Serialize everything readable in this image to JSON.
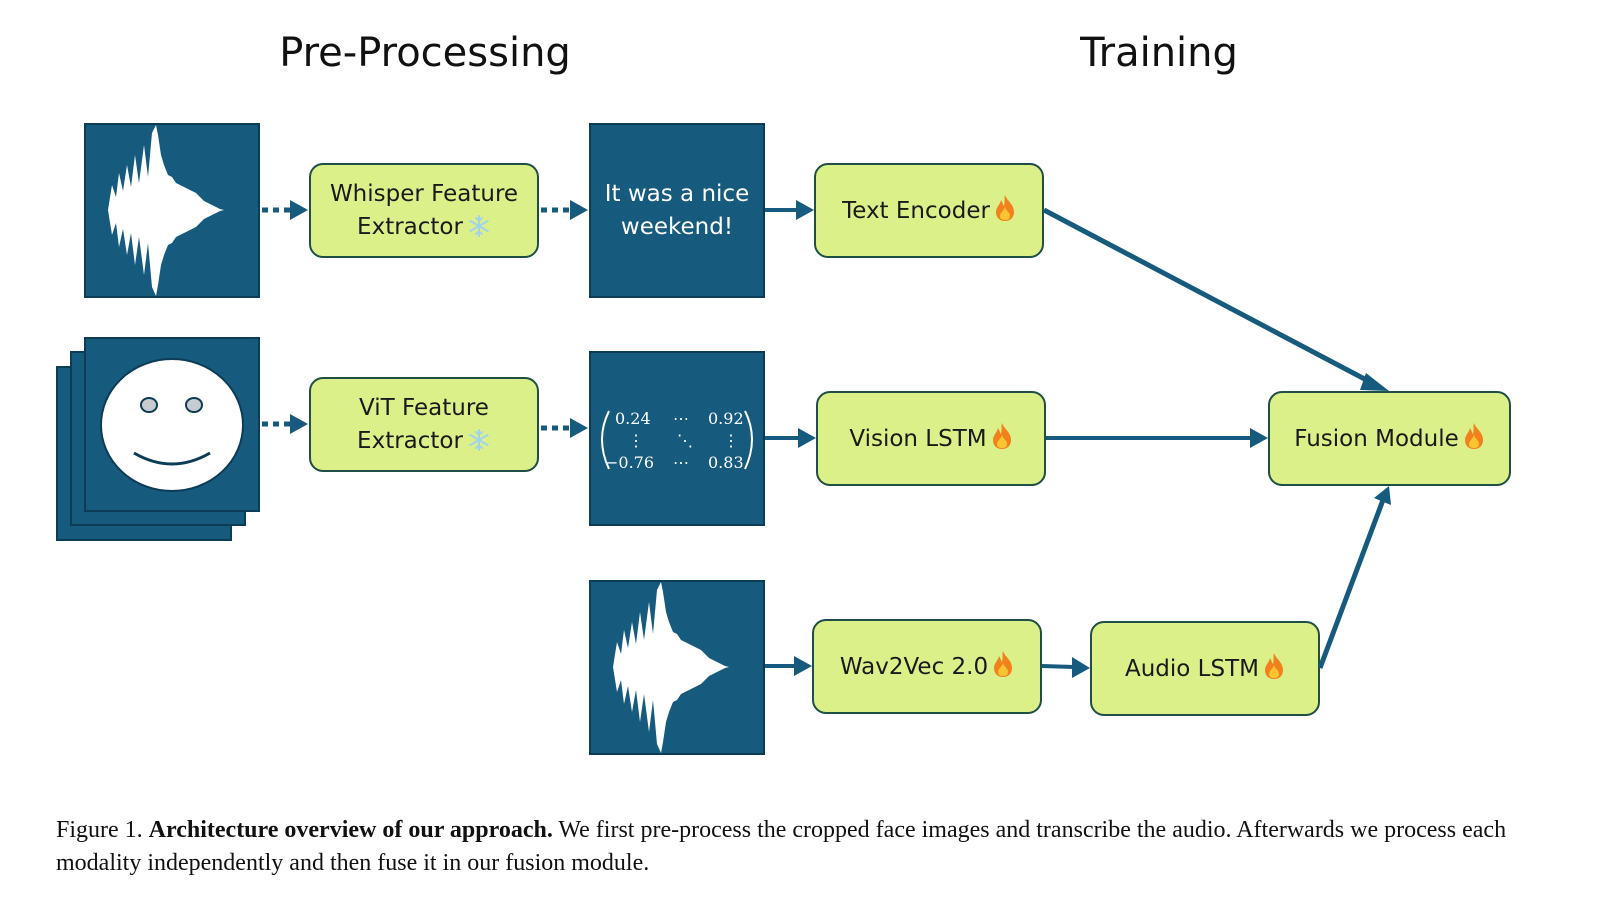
{
  "headings": {
    "preprocessing": "Pre-Processing",
    "training": "Training"
  },
  "nodes": {
    "whisper": {
      "line1": "Whisper Feature",
      "line2": "Extractor",
      "icon": "snowflake-icon"
    },
    "vit": {
      "line1": "ViT Feature",
      "line2": "Extractor",
      "icon": "snowflake-icon"
    },
    "text_encoder": {
      "label": "Text Encoder",
      "icon": "flame-icon"
    },
    "vision_lstm": {
      "label": "Vision LSTM",
      "icon": "flame-icon"
    },
    "wav2vec": {
      "label": "Wav2Vec 2.0",
      "icon": "flame-icon"
    },
    "audio_lstm": {
      "label": "Audio LSTM",
      "icon": "flame-icon"
    },
    "fusion": {
      "label": "Fusion Module",
      "icon": "flame-icon"
    }
  },
  "transcript": {
    "line1": "It was a nice",
    "line2": "weekend!"
  },
  "matrix": {
    "a11": "0.24",
    "a1n": "0.92",
    "am1": "−0.76",
    "amn": "0.83",
    "hdots": "⋯",
    "vdots": "⋮",
    "ddots": "⋱"
  },
  "caption": {
    "prefix": "Figure 1.",
    "bold": "Architecture overview of our approach.",
    "text": "We first pre-process the cropped face images and transcribe the audio. Afterwards we process each modality independently and then fuse it in our fusion module."
  },
  "colors": {
    "dark_box": "#165a7e",
    "node_fill": "#dcf08a",
    "node_border": "#1f4f45",
    "arrow": "#165a7e"
  }
}
